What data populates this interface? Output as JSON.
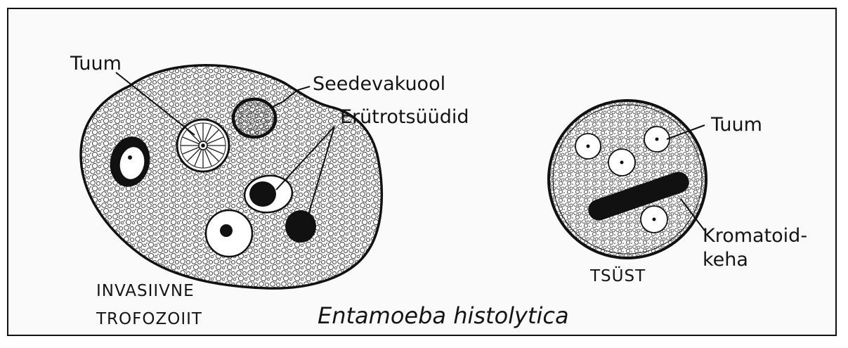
{
  "title": "Entamoeba histolytica",
  "trophozoite": {
    "caption_line1": "INVASIIVNE",
    "caption_line2": "TROFOZOIIT",
    "label_nucleus": "Tuum",
    "label_vacuole": "Seedevakuool",
    "label_erythrocytes": "Erütrotsüüdid"
  },
  "cyst": {
    "caption": "TSÜST",
    "label_nucleus": "Tuum",
    "label_chromatoid_line1": "Kromatoid-",
    "label_chromatoid_line2": "keha"
  },
  "colors": {
    "ink": "#141414",
    "background": "#fafafa",
    "cell": "#ffffff"
  }
}
